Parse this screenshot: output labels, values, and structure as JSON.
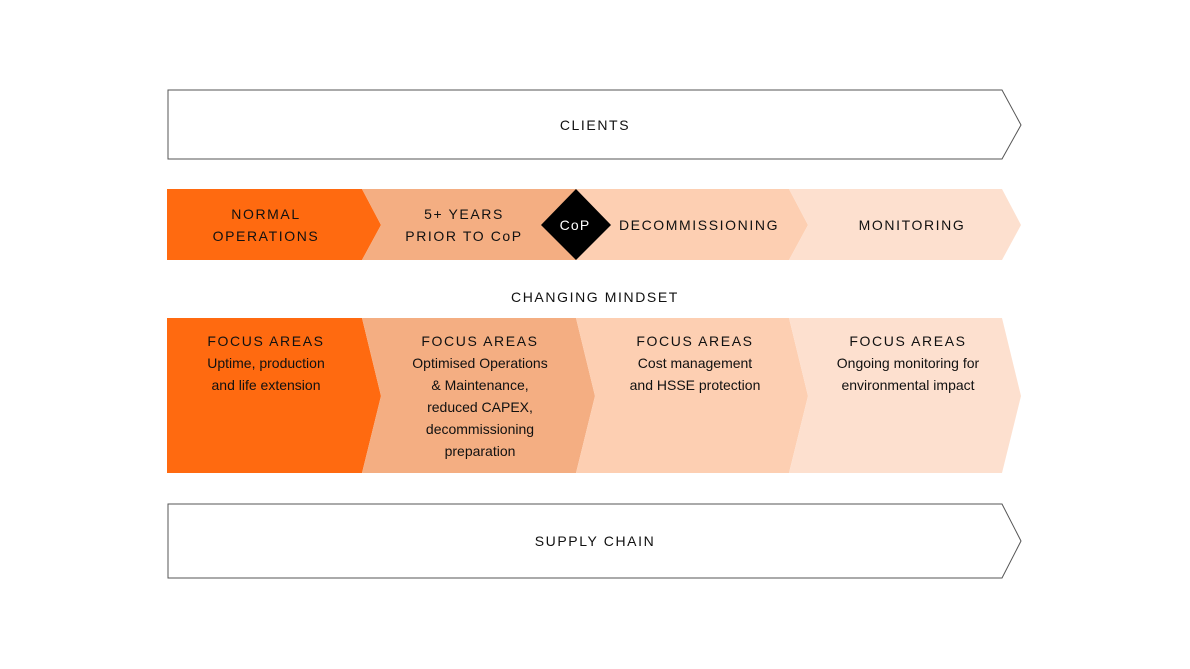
{
  "colors": {
    "stage1": "#ff6a10",
    "stage2": "#f4ae82",
    "stage3": "#fdcfb2",
    "stage4": "#fde0cf",
    "diamond": "#000000",
    "outline": "#555555"
  },
  "clients": {
    "label": "CLIENTS"
  },
  "supply_chain": {
    "label": "SUPPLY CHAIN"
  },
  "milestone": {
    "label": "CoP"
  },
  "stages": [
    {
      "label_line1": "NORMAL",
      "label_line2": "OPERATIONS"
    },
    {
      "label_line1": "5+ YEARS",
      "label_line2": "PRIOR TO CoP"
    },
    {
      "label": "DECOMMISSIONING"
    },
    {
      "label": "MONITORING"
    }
  ],
  "mindset": {
    "label": "CHANGING MINDSET"
  },
  "focus": [
    {
      "heading": "FOCUS AREAS",
      "text": "Uptime, production\nand life extension"
    },
    {
      "heading": "FOCUS AREAS",
      "text": "Optimised Operations\n& Maintenance,\nreduced CAPEX,\ndecommissioning\npreparation"
    },
    {
      "heading": "FOCUS AREAS",
      "text": "Cost management\nand HSSE protection"
    },
    {
      "heading": "FOCUS AREAS",
      "text": "Ongoing monitoring for\nenvironmental impact"
    }
  ]
}
